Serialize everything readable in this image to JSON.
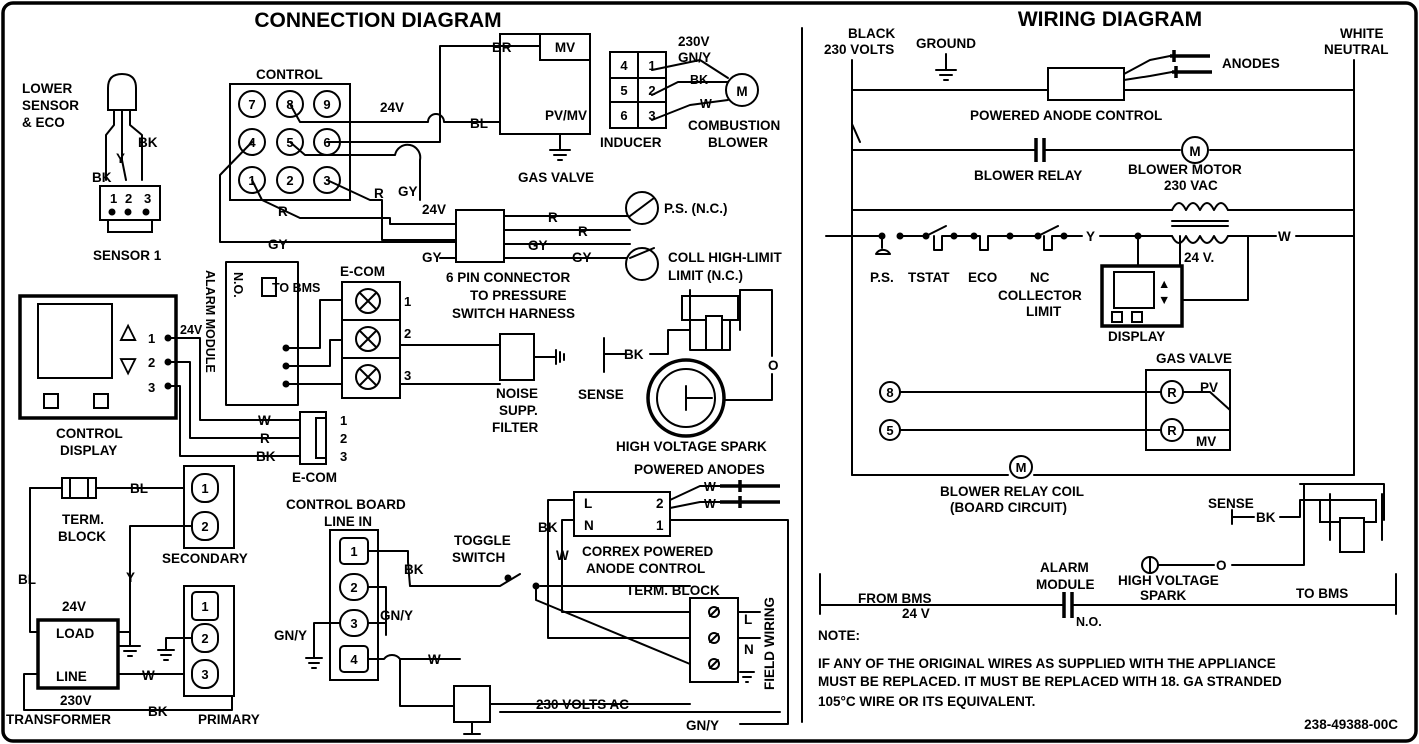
{
  "connection": {
    "title": "CONNECTION DIAGRAM",
    "lower_sensor": [
      "LOWER",
      "SENSOR",
      "& ECO"
    ],
    "sensor1_label": "SENSOR 1",
    "wire_bk": "BK",
    "wire_y": "Y",
    "wire_r": "R",
    "wire_w": "W",
    "wire_gy": "GY",
    "wire_bl": "BL",
    "wire_br": "BR",
    "wire_gny": "GN/Y",
    "sensor_pins": [
      "1",
      "2",
      "3"
    ],
    "control_label": "CONTROL",
    "control_pins": [
      "7",
      "8",
      "9",
      "4",
      "5",
      "6",
      "1",
      "2",
      "3"
    ],
    "v24": "24V",
    "mv": "MV",
    "pvmv": "PV/MV",
    "gas_valve": "GAS VALVE",
    "inducer_v": "230V",
    "inducer_pins": [
      "4",
      "1",
      "5",
      "2",
      "6",
      "3"
    ],
    "inducer_label": "INDUCER",
    "motor_m": "M",
    "combustion_blower": [
      "COMBUSTION",
      "BLOWER"
    ],
    "ps_nc": "P.S. (N.C.)",
    "coll_limit": [
      "COLL HIGH-LIMIT",
      "LIMIT (N.C.)"
    ],
    "six_pin": [
      "6 PIN CONNECTOR",
      "TO PRESSURE",
      "SWITCH HARNESS"
    ],
    "alarm_module": "ALARM MODULE",
    "no": "N.O.",
    "to_bms": "TO BMS",
    "ecom": "E-COM",
    "ecom_pins": [
      "1",
      "2",
      "3"
    ],
    "display_pins": [
      "1",
      "2",
      "3"
    ],
    "control_display": [
      "CONTROL",
      "DISPLAY"
    ],
    "noise_filter": [
      "NOISE",
      "SUPP.",
      "FILTER"
    ],
    "sense": "SENSE",
    "hv_spark": "HIGH VOLTAGE SPARK",
    "powered_anodes": "POWERED ANODES",
    "term_block": [
      "TERM.",
      "BLOCK"
    ],
    "secondary": "SECONDARY",
    "primary": "PRIMARY",
    "load": "LOAD",
    "line": "LINE",
    "v230": "230V",
    "transformer": "TRANSFORMER",
    "control_board": [
      "CONTROL BOARD",
      "LINE IN"
    ],
    "toggle_switch": [
      "TOGGLE",
      "SWITCH"
    ],
    "correx": [
      "CORREX POWERED",
      "ANODE CONTROL"
    ],
    "correx_l": "L",
    "correx_n": "N",
    "correx_2": "2",
    "correx_1": "1",
    "term_block_field": "TERM. BLOCK",
    "field_wiring": "FIELD WIRING",
    "tb_l": "L",
    "tb_n": "N",
    "v230ac": "230 VOLTS AC",
    "cb_pins": [
      "1",
      "2",
      "3",
      "4"
    ],
    "sec_pins": [
      "1",
      "2"
    ],
    "pri_pins": [
      "1",
      "2",
      "3"
    ]
  },
  "wiring": {
    "title": "WIRING DIAGRAM",
    "black": [
      "BLACK",
      "230 VOLTS"
    ],
    "ground": "GROUND",
    "white": [
      "WHITE",
      "NEUTRAL"
    ],
    "anodes": "ANODES",
    "pac": "POWERED ANODE CONTROL",
    "blower_relay": "BLOWER RELAY",
    "blower_motor": [
      "BLOWER MOTOR",
      "230 VAC"
    ],
    "m": "M",
    "y": "Y",
    "w": "W",
    "v24": "24 V.",
    "ps": "P.S.",
    "tstat": "TSTAT",
    "eco": "ECO",
    "nc_limit": [
      "NC",
      "COLLECTOR",
      "LIMIT"
    ],
    "display": "DISPLAY",
    "gas_valve": "GAS VALVE",
    "pv": "PV",
    "mv": "MV",
    "r": "R",
    "pin8": "8",
    "pin5": "5",
    "brc": [
      "BLOWER RELAY COIL",
      "(BOARD CIRCUIT)"
    ],
    "sense": "SENSE",
    "bk": "BK",
    "o": "O",
    "alarm": [
      "ALARM",
      "MODULE"
    ],
    "no": "N.O.",
    "from_bms": "FROM BMS",
    "bms_v": "24 V",
    "hv": [
      "HIGH VOLTAGE",
      "SPARK"
    ],
    "to_bms": "TO BMS"
  },
  "note": {
    "heading": "NOTE:",
    "lines": [
      "IF ANY OF THE ORIGINAL WIRES AS SUPPLIED WITH THE APPLIANCE",
      "MUST BE REPLACED. IT MUST BE REPLACED WITH 18. GA STRANDED",
      "105°C WIRE OR ITS EQUIVALENT."
    ]
  },
  "part_number": "238-49388-00C"
}
